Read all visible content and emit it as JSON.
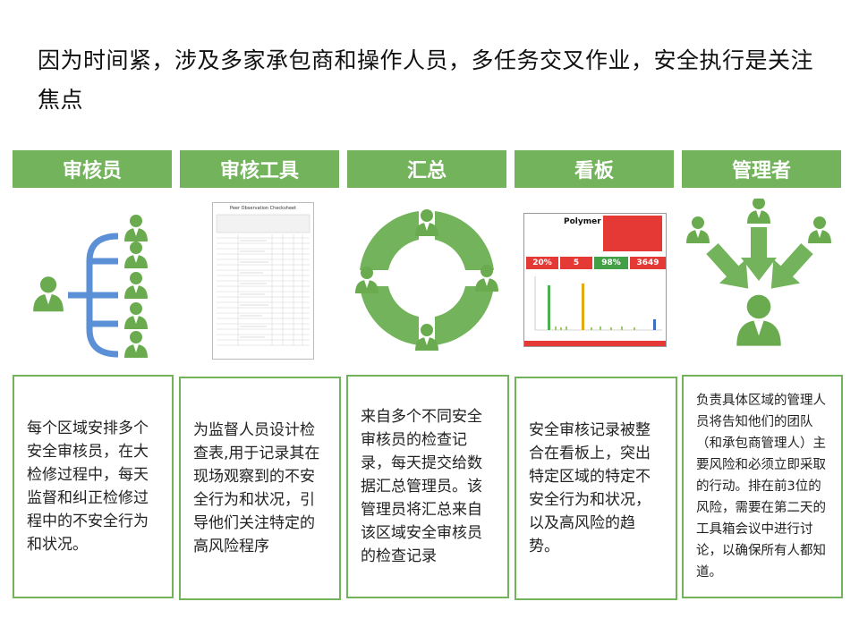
{
  "title": "因为时间紧，涉及多家承包商和操作人员，多任务交叉作业，安全执行是关注焦点",
  "columns": [
    {
      "header": "审核员",
      "description": "每个区域安排多个安全审核员，在大检修过程中，每天监督和纠正检修过程中的不安全行为和状况。"
    },
    {
      "header": "审核工具",
      "description": "为监督人员设计检查表,用于记录其在现场观察到的不安全行为和状况，引导他们关注特定的高风险程序"
    },
    {
      "header": "汇总",
      "description": "来自多个不同安全审核员的检查记录，每天提交给数据汇总管理员。该管理员将汇总来自该区域安全审核员的检查记录"
    },
    {
      "header": "看板",
      "description": "安全审核记录被整合在看板上，突出特定区域的特定不安全行为和状况，以及高风险的趋势。"
    },
    {
      "header": "管理者",
      "description": "负责具体区域的管理人员将告知他们的团队（和承包商管理人）主要风险和必须立即采取的行动。排在前3位的风险，需要在第二天的工具箱会议中进行讨论，以确保所有人都知道。"
    }
  ],
  "checklist": {
    "title": "Peer Observation Checksheet"
  },
  "dashboard": {
    "name": "Polymer",
    "kpi": [
      "20%",
      "5",
      "98%",
      "3649"
    ]
  },
  "colors": {
    "accent": "#72b35b",
    "icon_person": "#6aab4f",
    "tree": "#5b8fd6",
    "red": "#e53935",
    "green": "#43a047"
  }
}
